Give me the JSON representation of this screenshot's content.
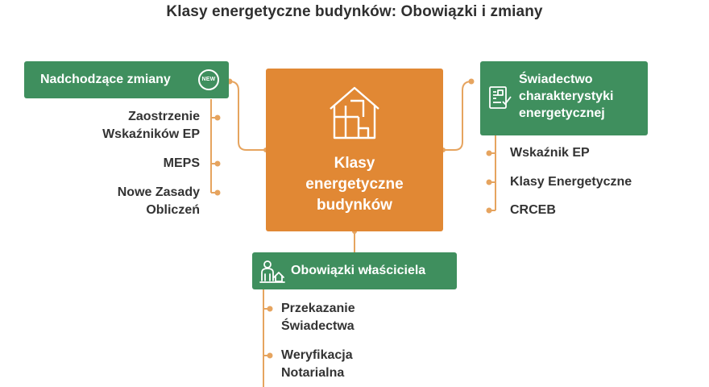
{
  "title": "Klasy energetyczne budynków: Obowiązki i zmiany",
  "colors": {
    "green": "#3f8f5e",
    "orange": "#e18834",
    "connector": "#e6a45f",
    "text": "#333333"
  },
  "center": {
    "line1": "Klasy",
    "line2": "energetyczne",
    "line3": "budynków",
    "icon": "house-icon"
  },
  "left": {
    "heading": "Nadchodzące zmiany",
    "badge": "NEW",
    "items": [
      {
        "line1": "Zaostrzenie",
        "line2": "Wskaźników EP"
      },
      {
        "line1": "MEPS",
        "line2": ""
      },
      {
        "line1": "Nowe Zasady",
        "line2": "Obliczeń"
      }
    ]
  },
  "right": {
    "heading_line1": "Świadectwo",
    "heading_line2": "charakterystyki",
    "heading_line3": "energetycznej",
    "icon": "certificate-icon",
    "items": [
      "Wskaźnik EP",
      "Klasy Energetyczne",
      "CRCEB"
    ]
  },
  "bottom": {
    "heading": "Obowiązki właściciela",
    "icon": "owner-house-icon",
    "items": [
      {
        "line1": "Przekazanie",
        "line2": "Świadectwa"
      },
      {
        "line1": "Weryfikacja",
        "line2": "Notarialna"
      }
    ]
  }
}
